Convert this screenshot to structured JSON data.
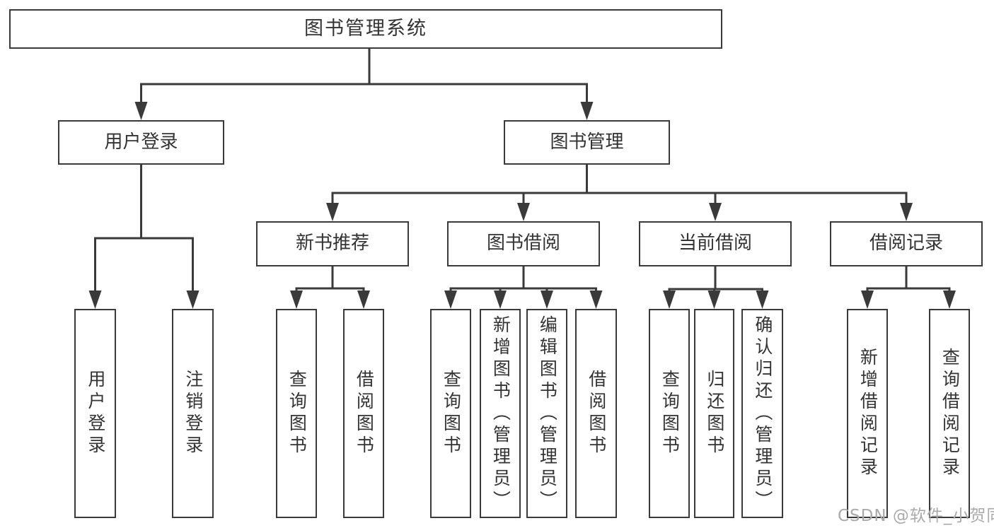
{
  "diagram": {
    "title": "图书管理系统",
    "watermark": "CSDN @软件_小贺同学",
    "branches": {
      "user": {
        "label": "用户登录",
        "children": [
          "用户登录",
          "注销登录"
        ]
      },
      "books": {
        "label": "图书管理",
        "sections": [
          {
            "label": "新书推荐",
            "children": [
              "查询图书",
              "借阅图书"
            ]
          },
          {
            "label": "图书借阅",
            "children": [
              "查询图书",
              "新增图书（管理员）",
              "编辑图书（管理员）",
              "借阅图书"
            ]
          },
          {
            "label": "当前借阅",
            "children": [
              "查询图书",
              "归还图书",
              "确认归还（管理员）"
            ]
          },
          {
            "label": "借阅记录",
            "children": [
              "新增借阅记录",
              "查询借阅记录"
            ]
          }
        ]
      }
    },
    "colors": {
      "line": "#3a3a3a",
      "text": "#333333",
      "box_background": "#ffffff",
      "watermark": "#aaaaaa"
    }
  }
}
